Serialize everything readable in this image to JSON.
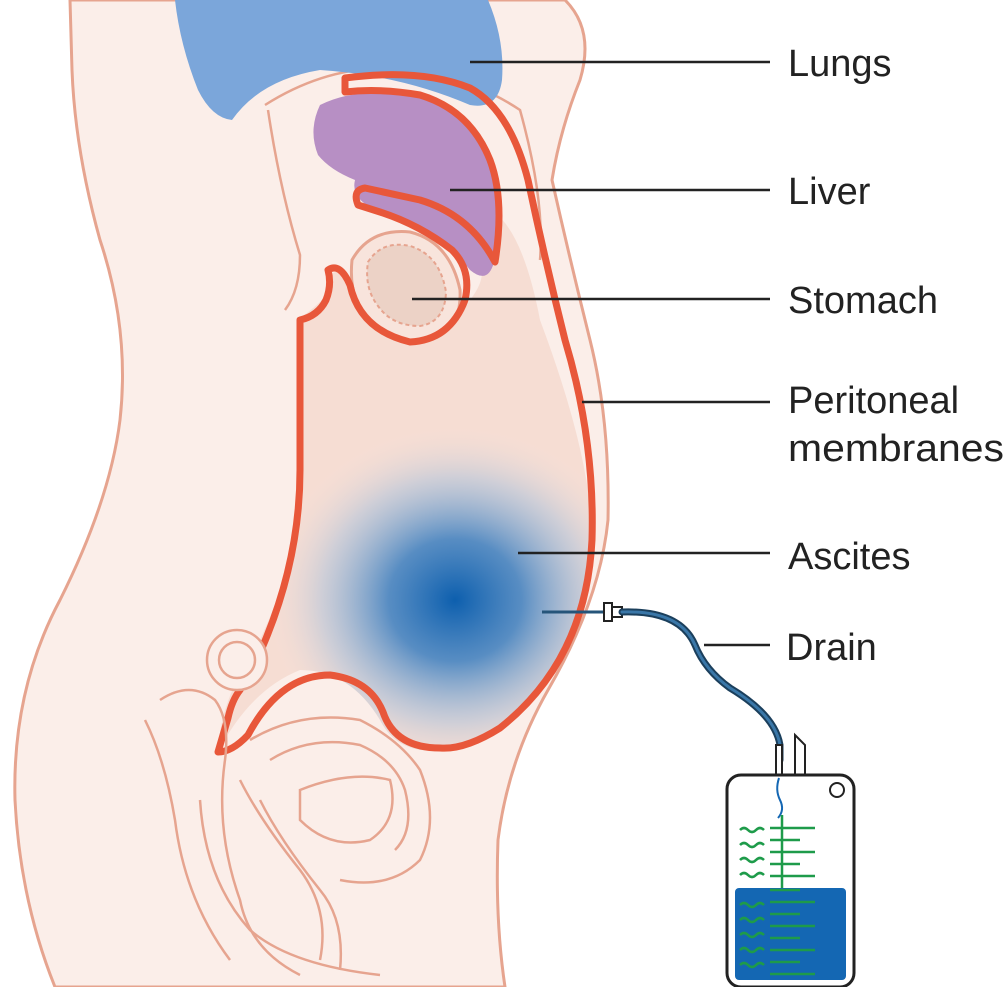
{
  "labels": {
    "lungs": "Lungs",
    "liver": "Liver",
    "stomach": "Stomach",
    "peritoneal_line1": "Peritoneal",
    "peritoneal_line2": "membranes",
    "ascites": "Ascites",
    "drain": "Drain"
  },
  "colors": {
    "skin": "#fbeee9",
    "outline": "#e6a48f",
    "lungs": "#7ba6da",
    "liver": "#b78fc4",
    "peritoneum": "#e8573a",
    "ascites": "#1467b3",
    "tube": "#26557a",
    "scale_marks": "#1e9b4a"
  }
}
